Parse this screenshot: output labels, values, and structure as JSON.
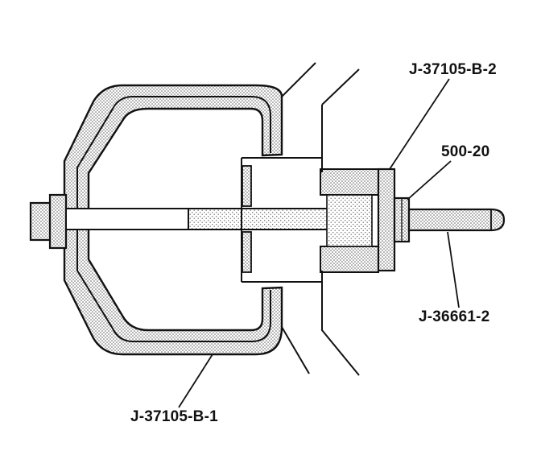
{
  "diagram": {
    "labels": {
      "puller_plate": "J-37105-B-2",
      "nut": "500-20",
      "forcing_screw": "J-36661-2",
      "bridge": "J-37105-B-1"
    },
    "colors": {
      "ink": "#111111",
      "stipple": "#8a8a8a",
      "background": "#ffffff"
    }
  }
}
